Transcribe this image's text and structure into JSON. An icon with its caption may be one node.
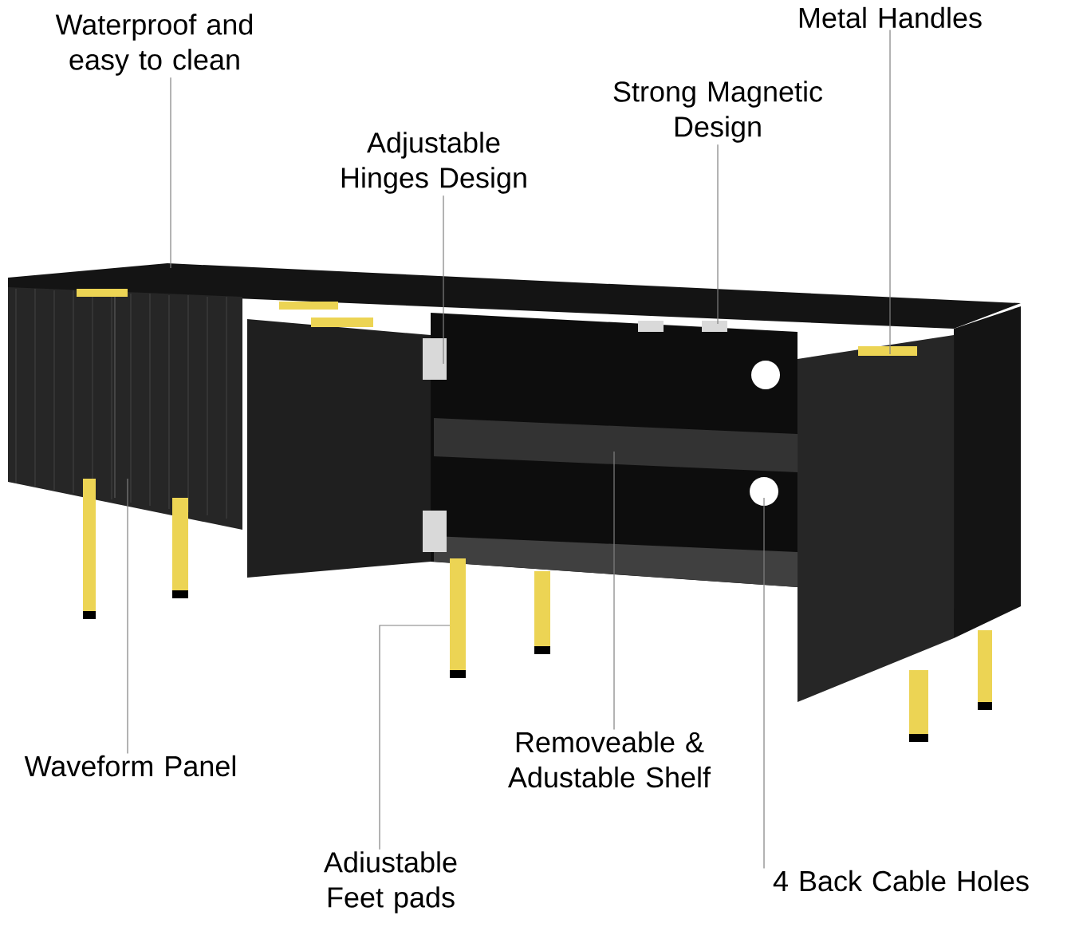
{
  "diagram": {
    "nodes": [
      {
        "text": [
          "Waterproof and easy to clean"
        ]
      },
      {
        "text": [
          "Metal Handles"
        ]
      },
      {
        "text": [
          "Strong Magnetic Design"
        ]
      },
      {
        "text": [
          "Adjustable Hinges Design"
        ]
      },
      {
        "text": [
          "Waveform Panel"
        ]
      },
      {
        "text": [
          "Removeable & Adustable Shelf"
        ]
      },
      {
        "text": [
          "Adiustable Feet pads"
        ]
      },
      {
        "text": [
          "4 Back Cable Holes"
        ]
      }
    ],
    "edges": [
      {
        "from": 0,
        "to": null,
        "arrow": "none"
      },
      {
        "from": 1,
        "to": null,
        "arrow": "none"
      },
      {
        "from": 2,
        "to": null,
        "arrow": "none"
      },
      {
        "from": 3,
        "to": null,
        "arrow": "none"
      },
      {
        "from": 4,
        "to": null,
        "arrow": "none"
      },
      {
        "from": 5,
        "to": null,
        "arrow": "none"
      },
      {
        "from": 6,
        "to": null,
        "arrow": "none"
      },
      {
        "from": 7,
        "to": null,
        "arrow": "none"
      }
    ]
  }
}
